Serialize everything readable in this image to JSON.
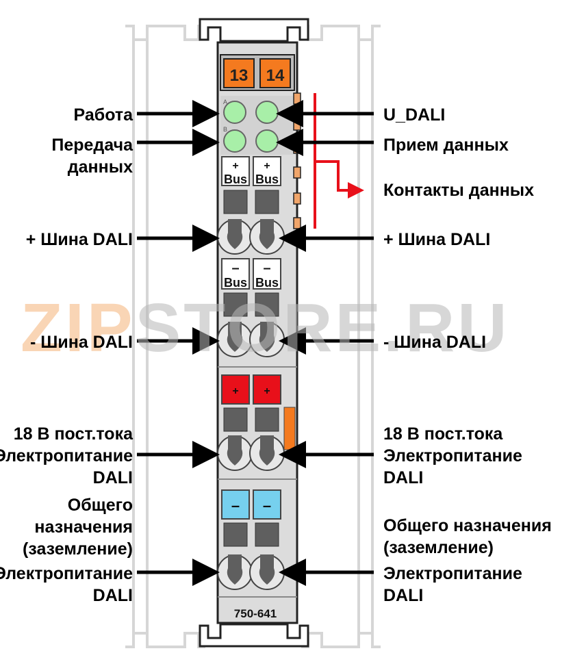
{
  "module": {
    "model": "750-641",
    "terminals": [
      "13",
      "14"
    ],
    "led_letters": [
      "A",
      "B"
    ],
    "bus_plus": "+",
    "bus_minus": "–",
    "bus_word": "Bus",
    "pwr_plus": "+",
    "pwr_minus": "–"
  },
  "labels_left": {
    "rabota": "Работа",
    "peredacha": [
      "Передача",
      "данных"
    ],
    "shina_plus": "+ Шина DALI",
    "shina_minus": "- Шина DALI",
    "power": [
      "18 В пост.тока",
      "Электропитание",
      "DALI"
    ],
    "ground": [
      "Общего",
      "назначения",
      "(заземление)"
    ],
    "ground_power": [
      "Электропитание",
      "DALI"
    ]
  },
  "labels_right": {
    "u_dali": "U_DALI",
    "priem": "Прием данных",
    "contacts": "Контакты данных",
    "shina_plus": "+ Шина DALI",
    "shina_minus": "- Шина DALI",
    "power": [
      "18 В пост.тока",
      "Электропитание",
      "DALI"
    ],
    "ground": [
      "Общего назначения",
      "(заземление)"
    ],
    "ground_power": [
      "Электропитание",
      "DALI"
    ]
  },
  "watermark": {
    "part1": "ZIP",
    "part2": "STORE.RU"
  },
  "colors": {
    "body": "#dcdcdc",
    "terminal": "#f47a1f",
    "led_green": "#a8efa8",
    "red": "#e8101a",
    "blue": "#76d0ee",
    "arrow": "#000000",
    "contact_arrow": "#e8101a"
  }
}
